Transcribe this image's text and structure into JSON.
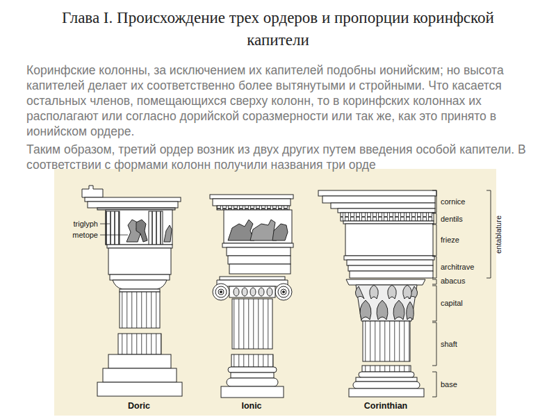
{
  "diagram": {
    "title": "Глава I. Происхождение трех ордеров и пропорции коринфской капители",
    "labels": [
      "Коринфские колонны, за исключением их капителей подобны ионийским; но высота капителей делает их соответственно более вытянутыми и стройными. Что касается остальных членов, помещающихся сверху колонн, то в коринфских колоннах их располагают или согласно дорийской соразмерности или так же, как это принято в ионийском ордере.",
      "Таким образом, третий ордер возник из двух других путем введения особой капители. В соответствии с формами колонн получили названия три орде",
      "triglyph",
      "metope",
      "cornice",
      "dentils",
      "frieze",
      "architrave",
      "abacus",
      "capital",
      "shaft",
      "base",
      "entablature",
      "Doric",
      "Ionic",
      "Corinthian"
    ]
  }
}
